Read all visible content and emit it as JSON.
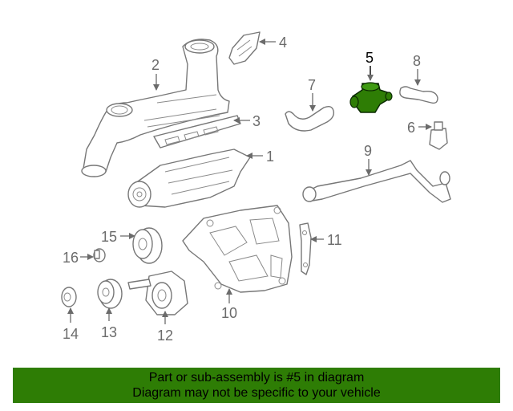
{
  "diagram": {
    "callouts": {
      "c1": "1",
      "c2": "2",
      "c3": "3",
      "c4": "4",
      "c5": "5",
      "c6": "6",
      "c7": "7",
      "c8": "8",
      "c9": "9",
      "c10": "10",
      "c11": "11",
      "c12": "12",
      "c13": "13",
      "c14": "14",
      "c15": "15",
      "c16": "16"
    },
    "highlight_color": "#2e7d05",
    "highlighted_part": "5"
  },
  "footer": {
    "line1": "Part or sub-assembly is #5 in diagram",
    "line2": "Diagram may not be specific to your vehicle",
    "background": "#2e7d05"
  }
}
